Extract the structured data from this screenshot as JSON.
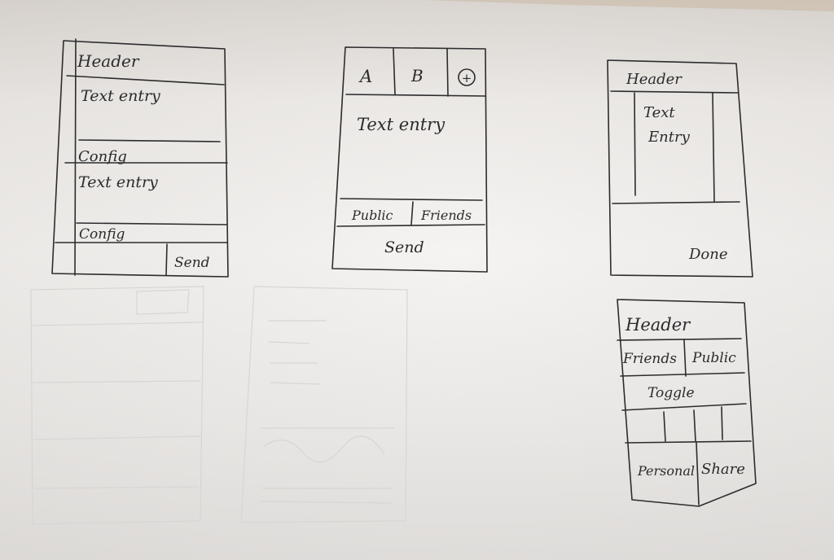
{
  "wireframe_1": {
    "header": "Header",
    "text_entry_1": "Text entry",
    "config_1": "Config",
    "text_entry_2": "Text entry",
    "config_2": "Config",
    "send": "Send"
  },
  "wireframe_2": {
    "tab_a": "A",
    "tab_b": "B",
    "add_symbol": "+",
    "text_entry": "Text entry",
    "public": "Public",
    "friends": "Friends",
    "send": "Send"
  },
  "wireframe_3": {
    "header": "Header",
    "text_line_1": "Text",
    "text_line_2": "Entry",
    "done": "Done"
  },
  "wireframe_4": {
    "header": "Header",
    "friends": "Friends",
    "public": "Public",
    "toggle": "Toggle",
    "personal": "Personal",
    "share": "Share"
  },
  "colors": {
    "ink": "#2c2c2e",
    "paper": "#f1efed",
    "ghost_marks": "#d6d6d5"
  }
}
